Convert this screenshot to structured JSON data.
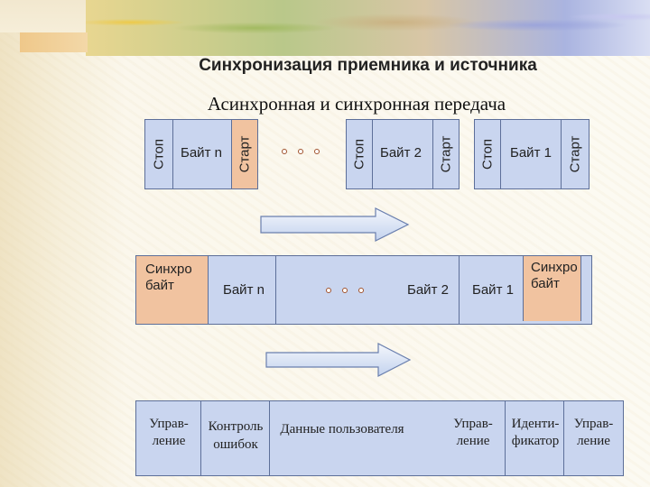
{
  "title": "Синхронизация приемника и источника",
  "subtitle": "Асинхронная и синхронная передача",
  "async_row": {
    "labels": {
      "stop": "Стоп",
      "start": "Старт",
      "byte_n": "Байт n",
      "byte_2": "Байт 2",
      "byte_1": "Байт 1"
    }
  },
  "sync_row": {
    "sync_byte_left": "Синхро байт",
    "sync_byte_right": "Синхро байт",
    "byte_n": "Байт n",
    "byte_2": "Байт 2",
    "byte_1": "Байт 1"
  },
  "frame_row": {
    "control_left": "Управ- ление",
    "error_control": "Контроль ошибок",
    "user_data": "Данные пользователя",
    "control_mid": "Управ- ление",
    "identifier": "Иденти- фикатор",
    "control_right": "Управ- ление"
  },
  "colors": {
    "box_fill": "#c9d5ef",
    "box_border": "#5d6f99",
    "sync_fill": "#f1c3a0",
    "dot_color": "#a0522d"
  }
}
